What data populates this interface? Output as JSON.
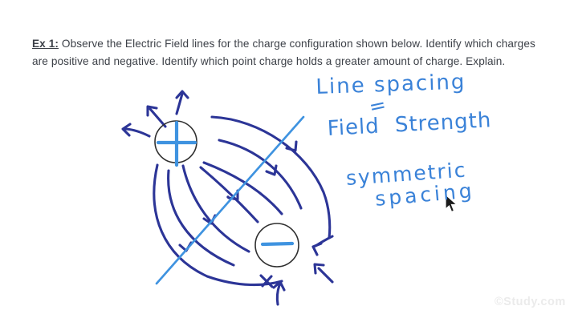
{
  "problem": {
    "label": "Ex 1:",
    "text": "Observe the Electric Field lines for the charge configuration shown below. Identify which charges are positive and negative. Identify which point charge holds a greater amount of charge. Explain."
  },
  "annotations": {
    "line_spacing": "Line spacing",
    "equals": "=",
    "field_strength": "Field Strength",
    "symmetric": "symmetric",
    "spacing": "spacing"
  },
  "diagram": {
    "positive_charge_symbol": "+",
    "negative_charge_symbol": "-",
    "field_line_count": 7,
    "outgoing_arrows_at_positive": 3,
    "incoming_arrows_at_negative": 3
  },
  "colors": {
    "field_line_navy": "#2c3597",
    "marker_blue": "#3f93e0",
    "annotation_blue": "#3a82d8",
    "circle_outline": "#2f2f2f",
    "body_text": "#3d4148",
    "watermark_gray": "#ebebeb"
  },
  "watermark": {
    "text": "©Study.com"
  },
  "cursor": {
    "type": "arrow-pointer"
  }
}
